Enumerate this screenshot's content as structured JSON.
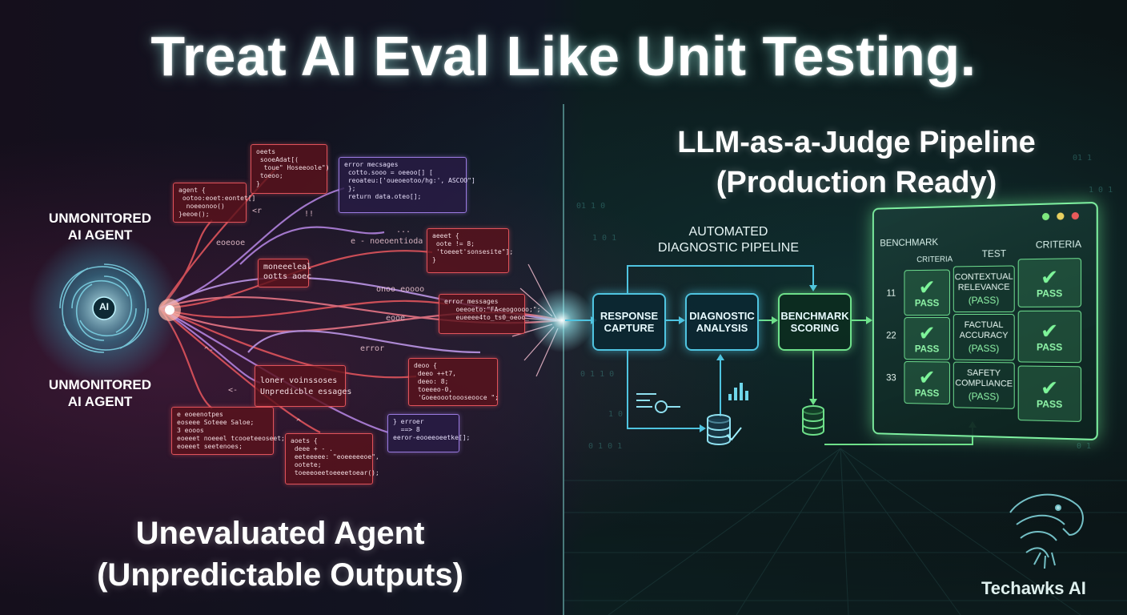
{
  "title": "Treat AI Eval Like Unit Testing.",
  "left": {
    "agent_label_top": [
      "UNMONITORED",
      "AI AGENT"
    ],
    "agent_label_bottom": [
      "UNMONITORED",
      "AI AGENT"
    ],
    "core_label": "AI",
    "caption": [
      "Unevaluated Agent",
      "(Unpredictable Outputs)"
    ],
    "code_snippets": [
      {
        "lines": [
          "oeets",
          " sooeAdat[(",
          "  toue\" Hoseeoole\")",
          " toeoo;",
          "}"
        ]
      },
      {
        "lines": [
          "agent {",
          " ootoo:eoet:eontet[]",
          "  noeeonoo()",
          "}eeoe();"
        ]
      },
      {
        "lines": [
          "error mecsages",
          "",
          " cotto.sooo = oeeoo[] [",
          " reoateu:['oueoeotoo/hg:', ASCOO\"]",
          " };",
          " return data.oteo[];"
        ]
      },
      {
        "lines": [
          "moneeeleal",
          "ootts aoec"
        ]
      },
      {
        "lines": [
          "aeeet {",
          " oote != 8;",
          " 'toeeet'sonsesite\"];",
          "}"
        ]
      },
      {
        "lines": [
          "error messages",
          "",
          "   oeeoeto:\"FA<eogoooo;\";",
          "   eueeee4to_ts0_oeoo_"
        ]
      },
      {
        "lines": [
          "deoo {",
          " deeo ++t7,",
          " deeo: 8;",
          " toeeeo-0,",
          " 'Goeeoootoooseooce \";"
        ]
      },
      {
        "lines": [
          "loner voinssoses",
          "Unpredicble essages"
        ]
      },
      {
        "lines": [
          "e eoeenotpes",
          "eoseee Soteee Saloe;",
          "3 eooos",
          "eoeeet noeeel tcooeteeoseet;",
          "eoeeet seetenoes;"
        ]
      },
      {
        "lines": [
          "aoets {",
          " deee + - .",
          " eeteeeee: \"eoeeeeeoe\",",
          " ootete;",
          " toeeeoeetoeeeetoear();"
        ]
      },
      {
        "lines": [
          "} erroer",
          "  ==> 8",
          "eeror-eooeeoeetke[];"
        ]
      }
    ],
    "scatter_text": [
      "<r",
      "!!",
      "eoeooe",
      "...",
      "e - noeoentioda",
      "onoo eoooo",
      "error",
      "^",
      "<-",
      "eooe",
      "^-"
    ]
  },
  "right": {
    "title_line1": "LLM-as-a-Judge Pipeline",
    "title_line2": "(Production Ready)",
    "pipeline_label": [
      "AUTOMATED",
      "DIAGNOSTIC PIPELINE"
    ],
    "nodes": [
      {
        "label": "RESPONSE CAPTURE"
      },
      {
        "label": "DIAGNOSTIC ANALYSIS"
      },
      {
        "label": "BENCHMARK SCORING"
      }
    ],
    "benchmark": {
      "title": "BENCHMARK",
      "headers": [
        "CRITERIA",
        "TEST",
        "CRITERIA"
      ],
      "rows": [
        {
          "num": "11",
          "left": "PASS",
          "test": [
            "CONTEXTUAL",
            "RELEVANCE"
          ],
          "test_status": "(PASS)",
          "right": "PASS"
        },
        {
          "num": "22",
          "left": "PASS",
          "test": [
            "FACTUAL",
            "ACCURACY"
          ],
          "test_status": "(PASS)",
          "right": "PASS"
        },
        {
          "num": "33",
          "left": "PASS",
          "test": [
            "SAFETY",
            "COMPLIANCE"
          ],
          "test_status": "(PASS)",
          "right": "PASS"
        }
      ],
      "window_dots": [
        "#7ee87e",
        "#e8d060",
        "#e85a5a"
      ]
    }
  },
  "brand": "Techawks AI",
  "colors": {
    "accent_green": "#7ef0a0",
    "accent_cyan": "#4fc4e0",
    "chaos_red": "#e0525a",
    "chaos_purple": "#9a7ae0"
  },
  "icons": [
    "ai-swirl-icon",
    "filter-icon",
    "bar-chart-icon",
    "database-check-icon",
    "database-icon",
    "checkmark-icon",
    "hawk-logo-icon"
  ]
}
